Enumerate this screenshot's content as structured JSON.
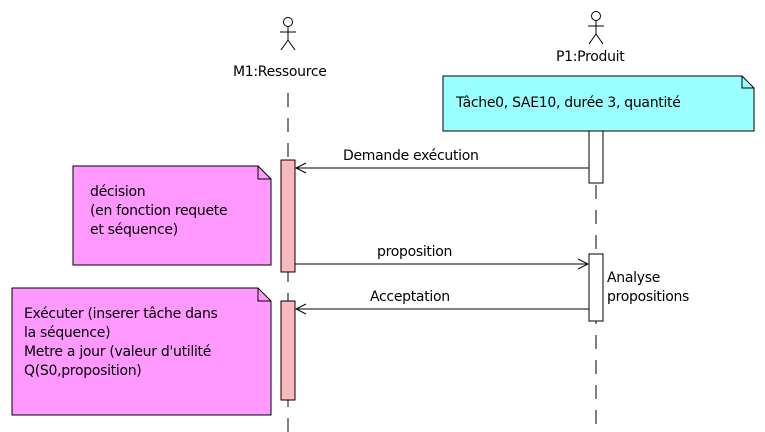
{
  "diagram": {
    "type": "sequence",
    "colors": {
      "activation_fill": "#f7b9b9",
      "note_pink_fill": "#ff99ff",
      "note_cyan_fill": "#99ffff",
      "line": "#000000",
      "background": "#ffffff"
    },
    "lifelines": [
      {
        "id": "m1",
        "name": "M1:Ressource",
        "icon": "stick-figure-icon"
      },
      {
        "id": "p1",
        "name": "P1:Produit",
        "icon": "stick-figure-icon"
      }
    ],
    "messages": [
      {
        "from": "p1",
        "to": "m1",
        "label": "Demande exécution"
      },
      {
        "from": "m1",
        "to": "p1",
        "label": "proposition"
      },
      {
        "from": "p1",
        "to": "m1",
        "label": "Acceptation"
      }
    ],
    "notes": {
      "product_note": "Tâche0, SAE10, durée 3, quantité",
      "decision_note": [
        "décision",
        "(en fonction requete",
        "et séquence)"
      ],
      "execute_note": [
        "Exécuter (inserer tâche dans",
        "la séquence)",
        "Metre a jour (valeur d'utilité",
        "Q(S0,proposition)"
      ]
    },
    "side_label": [
      "Analyse",
      "propositions"
    ]
  }
}
